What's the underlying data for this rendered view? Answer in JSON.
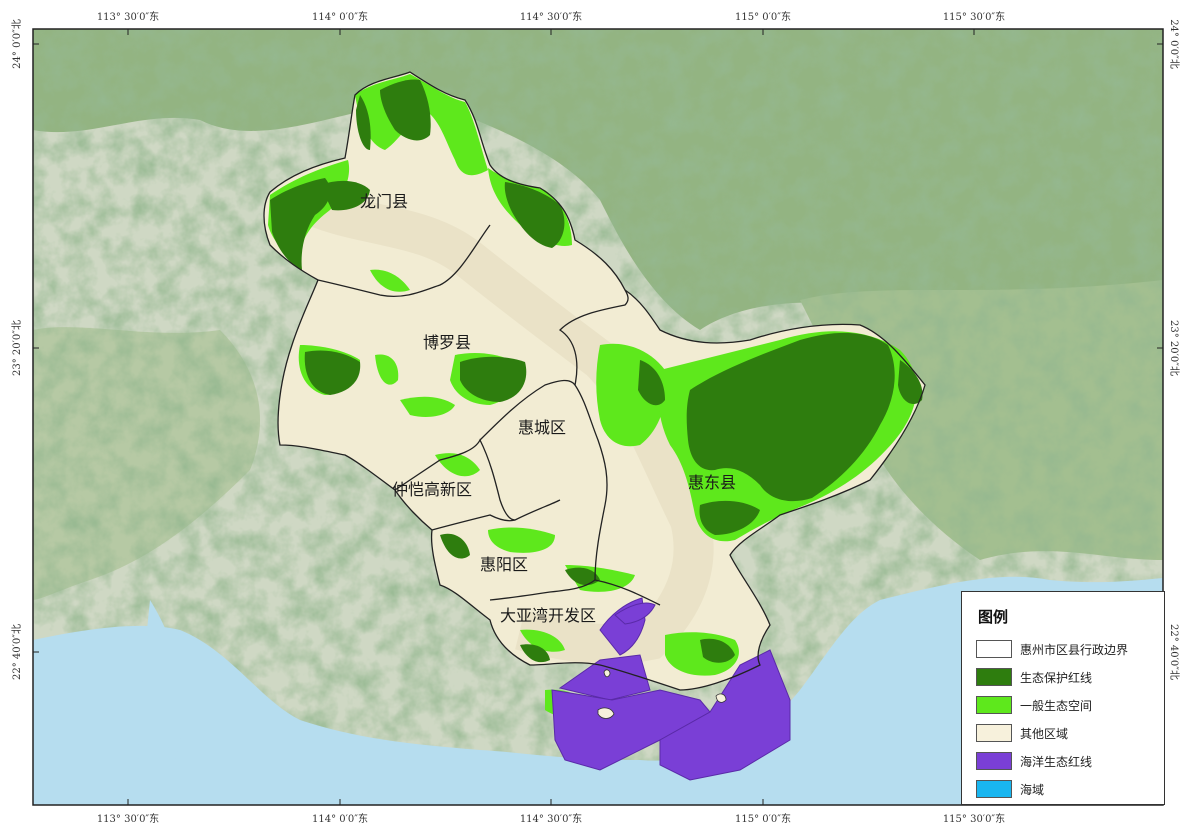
{
  "map": {
    "top_ticks": [
      "113° 30′0″东",
      "114° 0′0″东",
      "114° 30′0″东",
      "115° 0′0″东",
      "115° 30′0″东"
    ],
    "bottom_ticks": [
      "113° 30′0″东",
      "114° 0′0″东",
      "114° 30′0″东",
      "115° 0′0″东",
      "115° 30′0″东"
    ],
    "left_ticks": [
      "24° 0′0″北",
      "23° 20′0″北",
      "22° 40′0″北"
    ],
    "right_ticks": [
      "24° 0′0″北",
      "23° 20′0″北",
      "22° 40′0″北"
    ],
    "regions": {
      "longmen": "龙门县",
      "boluo": "博罗县",
      "huicheng": "惠城区",
      "zhongkai": "仲恺高新区",
      "huidong": "惠东县",
      "huiyang": "惠阳区",
      "dayawan": "大亚湾开发区"
    }
  },
  "legend": {
    "title": "图例",
    "items": [
      {
        "label": "惠州市区县行政边界",
        "color": "#ffffff"
      },
      {
        "label": "生态保护红线",
        "color": "#2e7d0e"
      },
      {
        "label": "一般生态空间",
        "color": "#5ee81c"
      },
      {
        "label": "其他区域",
        "color": "#f7f1dc"
      },
      {
        "label": "海洋生态红线",
        "color": "#7a3fd6"
      },
      {
        "label": "海域",
        "color": "#19b6f0"
      }
    ]
  },
  "colors": {
    "terrain_base": "#cfd8c4",
    "terrain_mountain": "#5a8a4e",
    "sea": "#b6ddef",
    "other_area": "#f2ecd3",
    "red_line": "#2e7d0e",
    "general_space": "#5ee81c",
    "marine_red_line": "#7a3fd6",
    "boundary": "#222222"
  }
}
